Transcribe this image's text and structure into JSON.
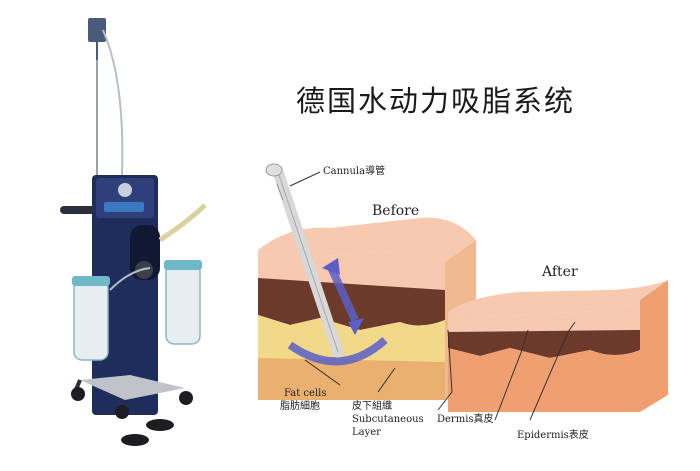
{
  "title": "德国水动力吸脂系统",
  "labels": {
    "cannula": "Cannula導管",
    "before": "Before",
    "after": "After",
    "fat_cells_en": "Fat cells",
    "fat_cells_zh": "脂肪細胞",
    "subcutaneous_zh": "皮下組織",
    "subcutaneous_en_1": "Subcutaneous",
    "subcutaneous_en_2": "Layer",
    "dermis": "Dermis真皮",
    "epidermis": "Epidermis表皮"
  },
  "colors": {
    "machine_body": "#1f2d5c",
    "skin_top": "#f6c9b0",
    "dermis": "#6b3a2a",
    "fat_layer": "#f2d98a",
    "fat_layer_after": "#f0a070",
    "arrow": "#5a5fc8"
  }
}
